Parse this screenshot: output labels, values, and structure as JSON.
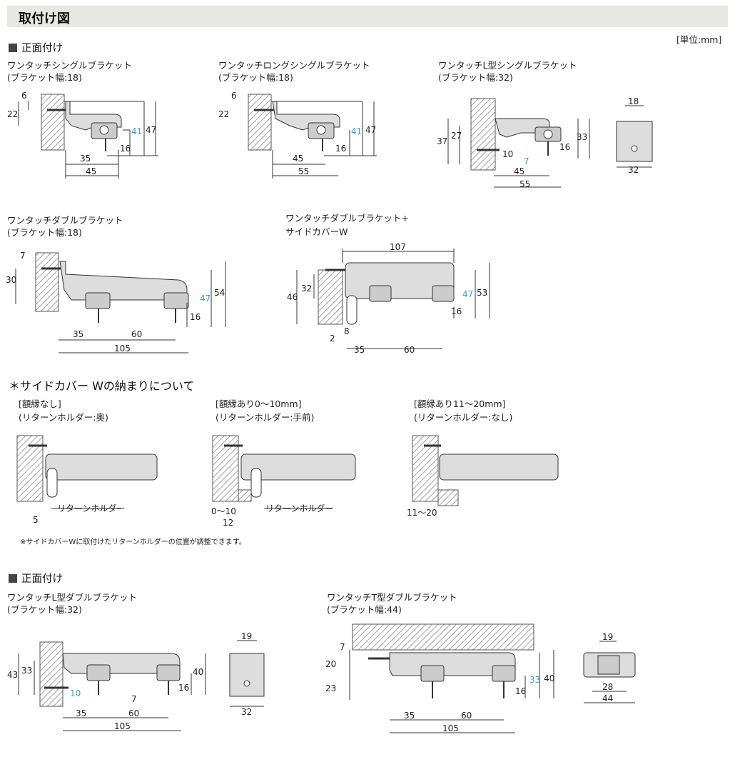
{
  "header": {
    "title": "取付け図"
  },
  "unit": "[単位:mm]",
  "section_front_1": "正面付け",
  "section_front_2": "正面付け",
  "brackets": {
    "single": {
      "name": "ワンタッチシングルブラケット",
      "width": "(ブラケット幅:18)",
      "dims": [
        "6",
        "22",
        "41",
        "47",
        "16",
        "35",
        "45"
      ]
    },
    "long_single": {
      "name": "ワンタッチロングシングルブラケット",
      "width": "(ブラケット幅:18)",
      "dims": [
        "6",
        "22",
        "41",
        "47",
        "16",
        "45",
        "55"
      ]
    },
    "l_single": {
      "name": "ワンタッチL型シングルブラケット",
      "width": "(ブラケット幅:32)",
      "dims": [
        "37",
        "27",
        "33",
        "10",
        "7",
        "16",
        "45",
        "55"
      ],
      "front": [
        "18",
        "32"
      ]
    },
    "double": {
      "name": "ワンタッチダブルブラケット",
      "width": "(ブラケット幅:18)",
      "dims": [
        "7",
        "30",
        "54",
        "47",
        "16",
        "35",
        "60",
        "105"
      ]
    },
    "double_cover": {
      "name_line1": "ワンタッチダブルブラケット+",
      "name_line2": "サイドカバーW",
      "dims": [
        "107",
        "46",
        "32",
        "47",
        "53",
        "16",
        "8",
        "2",
        "35",
        "60"
      ]
    },
    "l_double": {
      "name": "ワンタッチL型ダブルブラケット",
      "width": "(ブラケット幅:32)",
      "dims": [
        "43",
        "33",
        "10",
        "40",
        "16",
        "7",
        "35",
        "60",
        "105"
      ],
      "front": [
        "19",
        "32"
      ]
    },
    "t_double": {
      "name": "ワンタッチT型ダブルブラケット",
      "width": "(ブラケット幅:44)",
      "dims": [
        "7",
        "20",
        "23",
        "33",
        "40",
        "16",
        "35",
        "60",
        "105"
      ],
      "front": [
        "19",
        "28",
        "44"
      ]
    }
  },
  "side_cover": {
    "title": "＊サイドカバー Wの納まりについて",
    "cases": [
      {
        "l1": "[額縁なし]",
        "l2": "(リターンホルダー:奥)",
        "dims": [
          "5"
        ],
        "label": "リターンホルダー"
      },
      {
        "l1": "[額縁あり0〜10mm]",
        "l2": "(リターンホルダー:手前)",
        "dims": [
          "0〜10",
          "12"
        ],
        "label": "リターンホルダー"
      },
      {
        "l1": "[額縁あり11〜20mm]",
        "l2": "(リターンホルダー:なし)",
        "dims": [
          "11〜20"
        ]
      }
    ],
    "footnote": "※サイドカバーWに取付けたリターンホルダーの位置が調整できます。"
  },
  "colors": {
    "accent_blue": "#3aa0d8",
    "header_bg": "#e9e7e1",
    "bracket_fill": "#d9d9d9"
  }
}
